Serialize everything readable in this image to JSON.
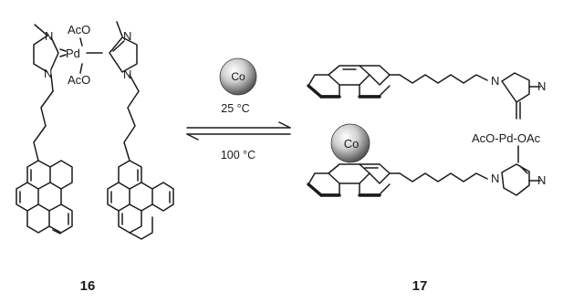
{
  "reaction": {
    "reagent": "Co",
    "forward_condition": "25 °C",
    "reverse_condition": "100 °C"
  },
  "compound_16": {
    "label": "16",
    "metal": "Pd",
    "ligand_top": "AcO",
    "ligand_bottom": "AcO",
    "n_atom": "N"
  },
  "compound_17": {
    "label": "17",
    "pd_center": "AcO-Pd-OAc",
    "bound_metal": "Co",
    "n_atom": "N"
  },
  "colors": {
    "ink": "#1a1a1a",
    "sphere_light": "#e8e8e8",
    "sphere_dark": "#5a5a5a"
  }
}
